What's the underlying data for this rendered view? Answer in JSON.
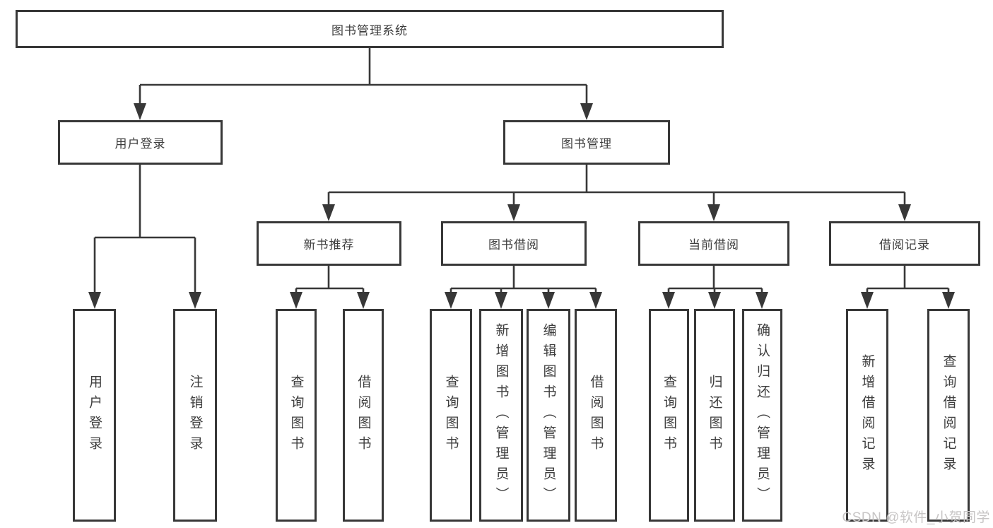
{
  "diagram": {
    "type": "tree",
    "root": {
      "label": "图书管理系统"
    },
    "branches": [
      {
        "label": "用户登录",
        "children": [
          "用户登录",
          "注销登录"
        ]
      },
      {
        "label": "图书管理",
        "children": [
          {
            "label": "新书推荐",
            "children": [
              "查询图书",
              "借阅图书"
            ]
          },
          {
            "label": "图书借阅",
            "children": [
              "查询图书",
              "新增图书（管理员）",
              "编辑图书（管理员）",
              "借阅图书"
            ]
          },
          {
            "label": "当前借阅",
            "children": [
              "查询图书",
              "归还图书",
              "确认归还（管理员）"
            ]
          },
          {
            "label": "借阅记录",
            "children": [
              "新增借阅记录",
              "查询借阅记录"
            ]
          }
        ]
      }
    ]
  },
  "watermark": {
    "text": "CSDN @软件_小贺同学"
  },
  "colors": {
    "line": "#383838",
    "text": "#3d3d3d",
    "box_background": "#ffffff",
    "watermark": "#c7c5c5"
  }
}
